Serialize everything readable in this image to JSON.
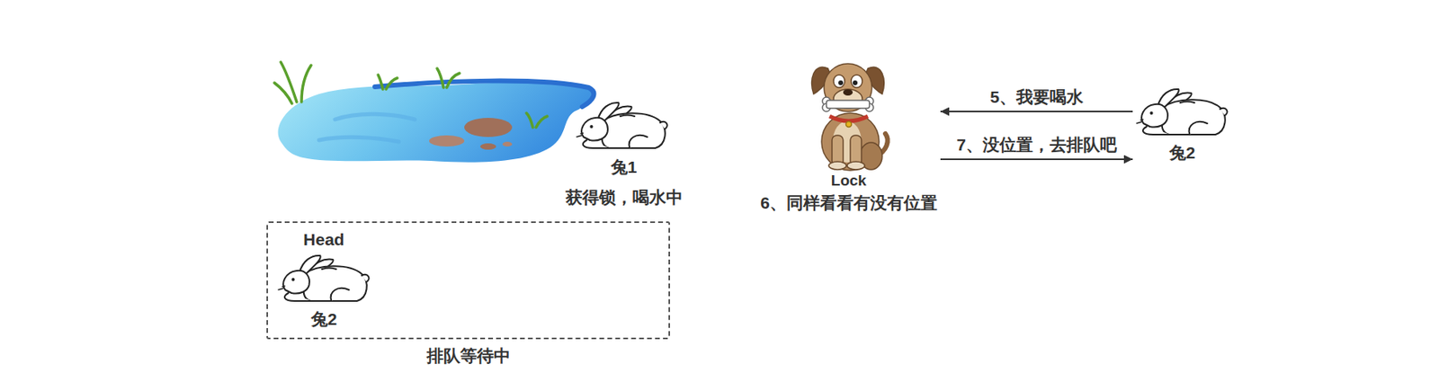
{
  "diagram": {
    "nodes": [
      {
        "text": [
          "兔1",
          "获得锁，喝水中"
        ]
      },
      {
        "text": [
          "Lock",
          "6、同样看看有没有位置"
        ]
      },
      {
        "text": [
          "兔2"
        ]
      },
      {
        "text": [
          "排队等待中"
        ]
      },
      {
        "text": [
          "Head",
          "兔2"
        ],
        "in": 3
      }
    ],
    "edges": [
      {
        "from": 2,
        "to": 1,
        "label": "5、我要喝水",
        "arrow": "to"
      },
      {
        "from": 1,
        "to": 2,
        "label": "7、没位置，去排队吧",
        "arrow": "to"
      }
    ]
  }
}
